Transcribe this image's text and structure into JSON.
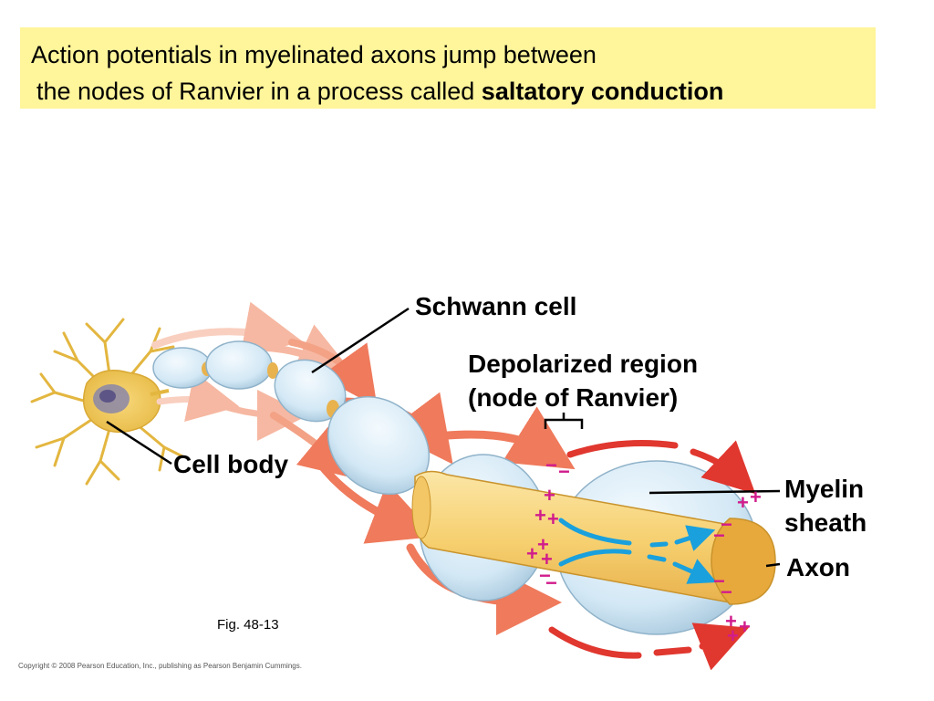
{
  "title": {
    "line1": "Action potentials in myelinated axons jump between",
    "line2_prefix": "the nodes of Ranvier in a process called",
    "line2_bold": "saltatory conduction"
  },
  "labels": {
    "schwann_cell": "Schwann cell",
    "depolarized_line1": "Depolarized region",
    "depolarized_line2": "(node of Ranvier)",
    "cell_body": "Cell body",
    "myelin_line1": "Myelin",
    "myelin_line2": "sheath",
    "axon": "Axon"
  },
  "caption": "Fig. 48-13",
  "copyright": "Copyright © 2008 Pearson Education, Inc., publishing as Pearson Benjamin Cummings.",
  "symbols": {
    "plus": "+",
    "minus": "−"
  },
  "colors": {
    "title_bg": "#fff59b",
    "myelin": "#d6ebf7",
    "axon": "#f8d47a",
    "charge": "#d11c8c",
    "current_arrow": "#1aa0dc",
    "propagation_arrow": "#e0372f",
    "faded_arrow": "#f08a6a"
  }
}
